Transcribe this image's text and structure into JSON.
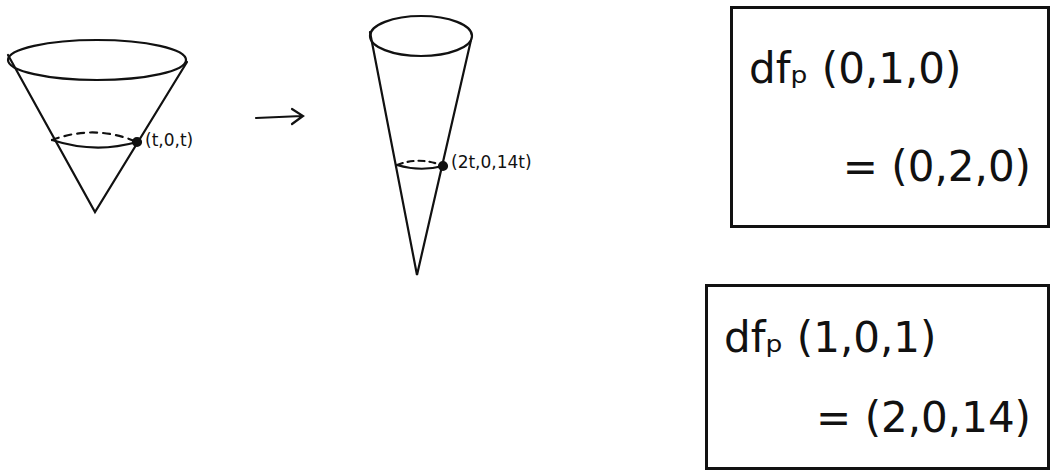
{
  "diagram": {
    "nodes": [
      {
        "text": [
          "dfₚ (0,1,0)",
          "= (0,2,0)"
        ]
      },
      {
        "text": [
          "dfₚ (1,0,1)",
          "= (2,0,14)"
        ]
      }
    ],
    "labels": [
      "(t,0,t)",
      "(2t,0,14t)"
    ]
  }
}
